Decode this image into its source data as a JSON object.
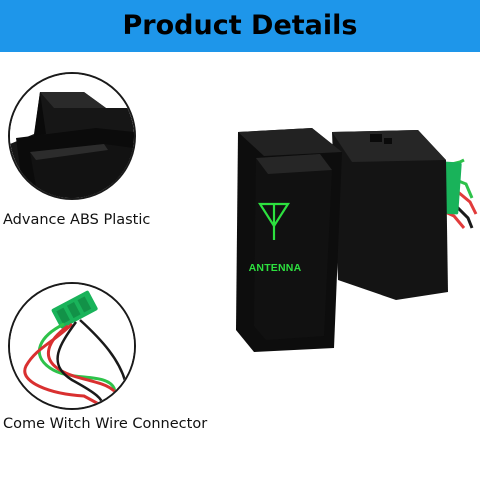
{
  "banner": {
    "title": "Product Details",
    "background_color": "#1e96ea"
  },
  "features": [
    {
      "icon": "switch-corner-closeup-icon",
      "label": "Advance ABS Plastic"
    },
    {
      "icon": "wire-connector-icon",
      "label": "Come Witch Wire Connector"
    }
  ],
  "product": {
    "icon": "antenna-icon",
    "legend": "ANTENNA",
    "legend_color": "#2de03f",
    "wire_colors": [
      "#2ec24a",
      "#e23b3b",
      "#1a1a1a"
    ]
  }
}
